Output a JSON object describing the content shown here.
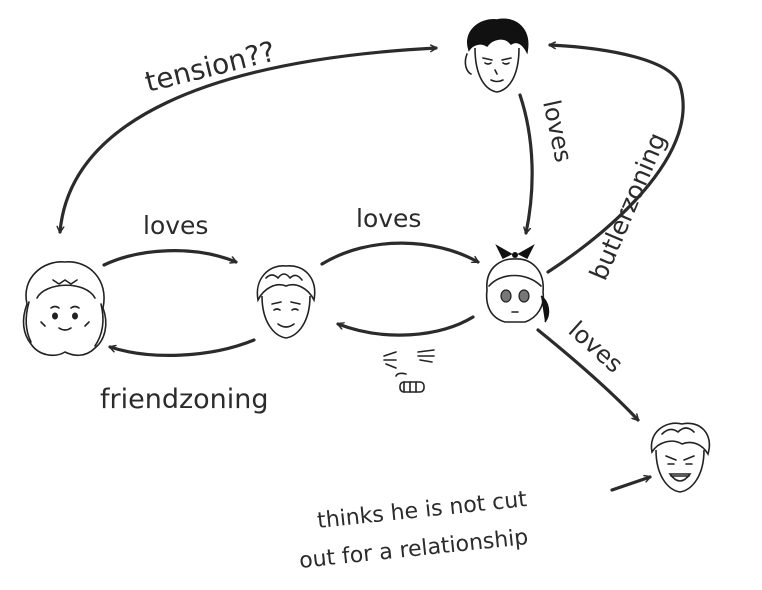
{
  "labels": {
    "tension": "tension??",
    "top_loves": "loves",
    "butlerzoning": "butlerzoning",
    "left_loves": "loves",
    "mid_loves": "loves",
    "friendzoning": "friendzoning",
    "bottom_right_loves": "loves",
    "note_line1": "thinks he is not cut",
    "note_line2": "out for a relationship"
  },
  "characters": [
    {
      "id": "dark-haired-man",
      "icon": "dark-haired-man-face-icon"
    },
    {
      "id": "curly-haired-woman",
      "icon": "curly-haired-woman-face-icon"
    },
    {
      "id": "smiling-man",
      "icon": "smiling-man-face-icon"
    },
    {
      "id": "girl-with-bow",
      "icon": "girl-with-bow-face-icon"
    },
    {
      "id": "grinning-man",
      "icon": "grinning-man-face-icon"
    }
  ],
  "decorations": {
    "annoyed_face": "annoyed-face-icon"
  },
  "colors": {
    "ink": "#2b2b2b",
    "background": "#ffffff"
  }
}
